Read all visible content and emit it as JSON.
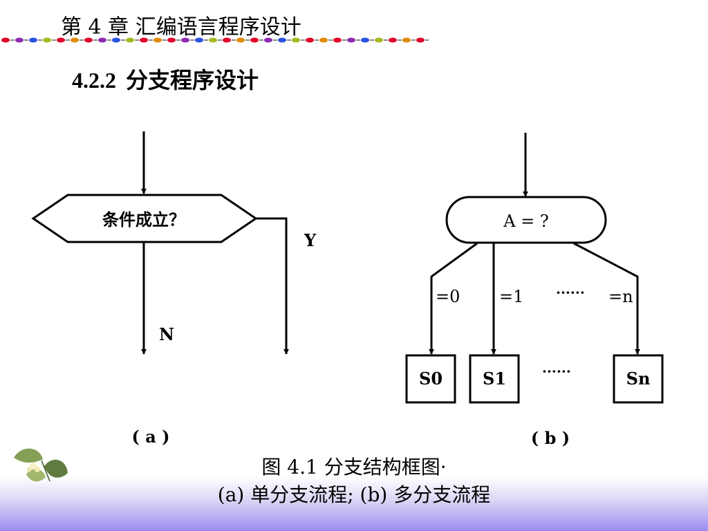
{
  "header": {
    "chapter_title": "第 4 章 汇编语言程序设计",
    "section_number": "4.2.2",
    "section_title": "分支程序设计"
  },
  "decor": {
    "dot_colors": [
      "#e0002a",
      "#8c2bb0",
      "#2a52e0",
      "#a8b820",
      "#e0002a",
      "#e08a00"
    ]
  },
  "diagram_a": {
    "condition": "条件成立？",
    "yes_label": "Y",
    "no_label": "N",
    "panel_label": "( a )"
  },
  "diagram_b": {
    "selector": "A = ?",
    "branch_labels": [
      "=0",
      "=1",
      "······",
      "=n"
    ],
    "boxes": [
      "S0",
      "S1",
      "······",
      "Sn"
    ],
    "panel_label": "( b )"
  },
  "caption": {
    "line1": "图 4.1 分支结构框图·",
    "line2": "(a) 单分支流程;    (b) 多分支流程"
  }
}
